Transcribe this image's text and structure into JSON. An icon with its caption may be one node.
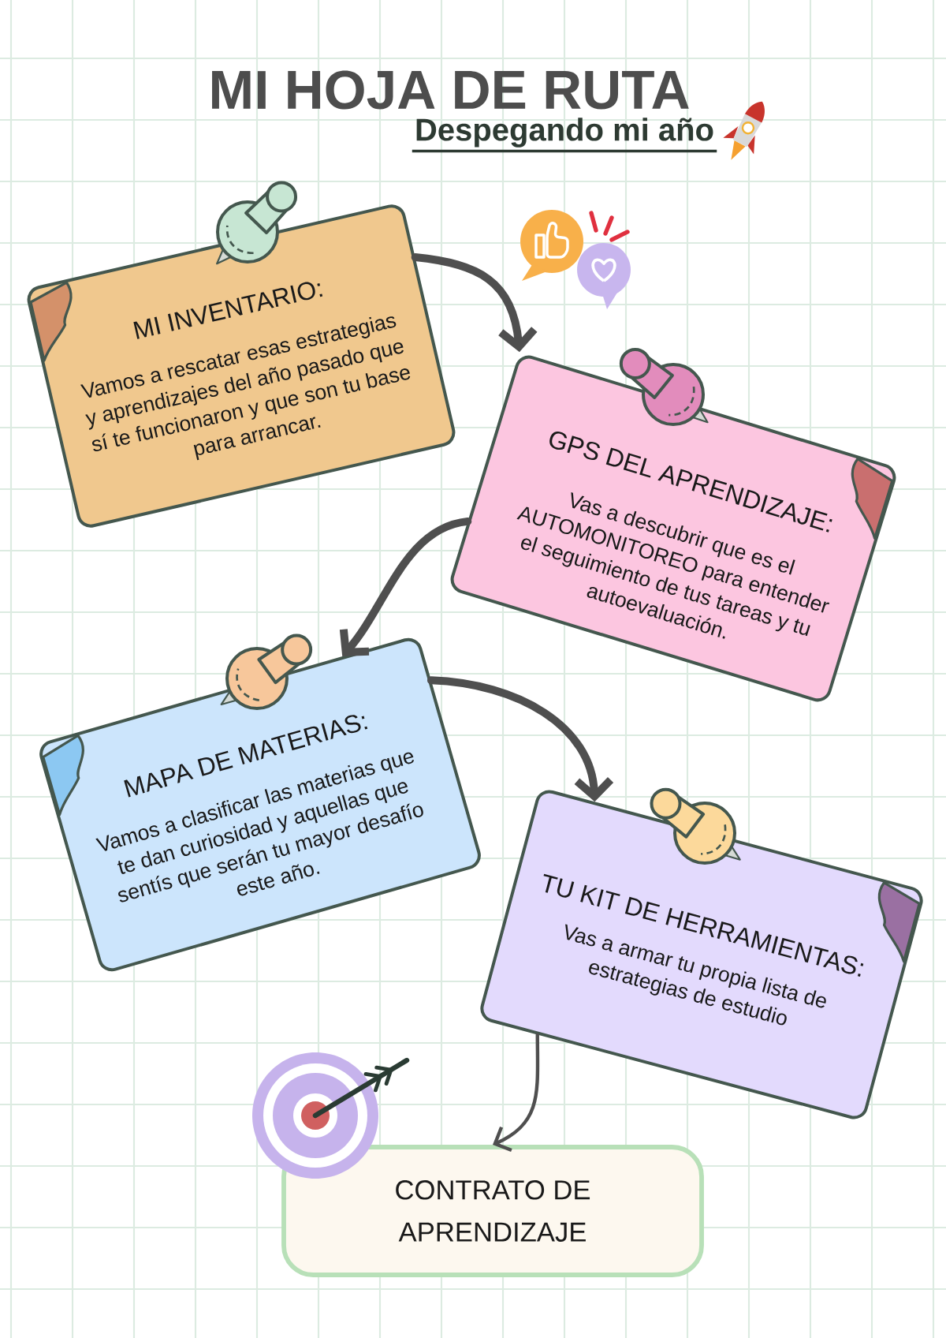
{
  "diagram": {
    "title": "MI HOJA DE RUTA",
    "nodes": [
      {
        "text": [
          "MI INVENTARIO:",
          "Vamos a rescatar esas estrategias y aprendizajes del año pasado que sí te funcionaron y que son tu base para arrancar."
        ]
      },
      {
        "text": [
          "GPS DEL APRENDIZAJE:",
          "Vas a descubrir que es el AUTOMONITOREO para entender el seguimiento de tus tareas y tu autoevaluación."
        ]
      },
      {
        "text": [
          "MAPA DE MATERIAS:",
          "Vamos a clasificar las materias que te dan curiosidad y aquellas que sentís que serán tu mayor desafío este año."
        ]
      },
      {
        "text": [
          "TU KIT DE HERRAMIENTAS:",
          "Vas a armar tu propia lista de estrategias de estudio"
        ]
      },
      {
        "text": [
          "CONTRATO DE APRENDIZAJE"
        ]
      }
    ],
    "edges": [
      {
        "from": 0,
        "to": 1,
        "arrow": "to"
      },
      {
        "from": 1,
        "to": 2,
        "arrow": "to"
      },
      {
        "from": 2,
        "to": 3,
        "arrow": "to"
      },
      {
        "from": 3,
        "to": 4,
        "arrow": "to"
      }
    ],
    "labels": [
      "Despegando mi año"
    ]
  }
}
